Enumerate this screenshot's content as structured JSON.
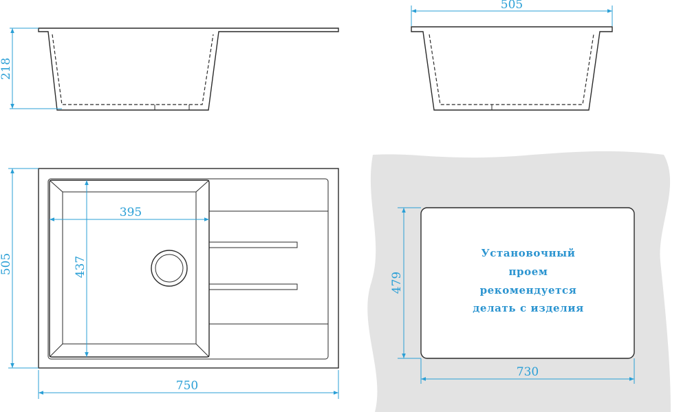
{
  "dimensions": {
    "side_height": "218",
    "front_width": "505",
    "top_width": "750",
    "top_depth": "505",
    "bowl_width": "395",
    "bowl_depth": "437",
    "cutout_width": "730",
    "cutout_depth": "479"
  },
  "cutout_note": {
    "line1": "Установочный",
    "line2": "проем",
    "line3": "рекомендуется",
    "line4": "делать с изделия"
  },
  "colors": {
    "dimension": "#2a9fd6",
    "outline": "#2a2a2a",
    "countertop": "#e3e3e3"
  }
}
